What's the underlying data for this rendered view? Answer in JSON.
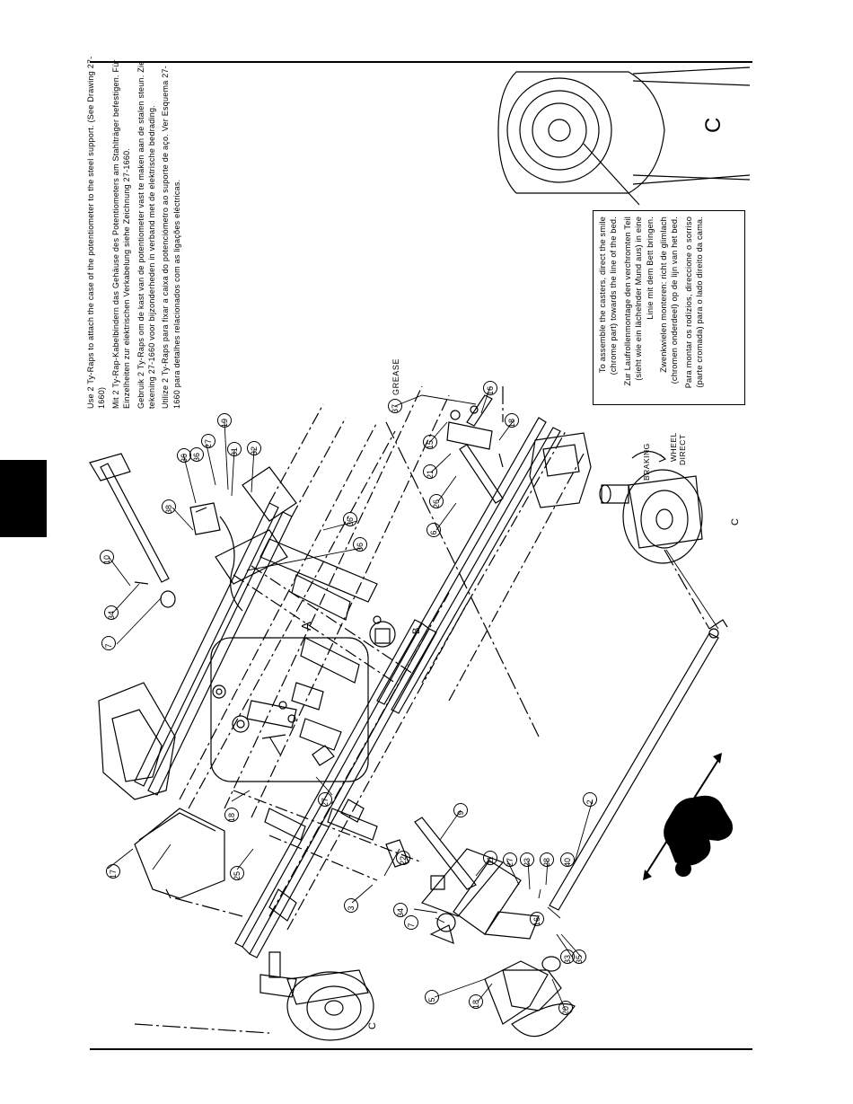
{
  "instructions": {
    "english": "Use 2 Ty-Raps to attach the case of the potentiometer to the steel support. (See Drawing 27-1660)",
    "german": "Mit 2 Ty-Rap-Kabelbindern das Gehäuse des Potentiometers am Stahlträger befestigen. Für Einzelheiten zur elektrischen Verkabelung siehe Zeichnung 27-1660.",
    "dutch": "Gebruik 2 Ty-Raps om de kast van de potentiometer vast te maken aan de stalen steun. Zie tekening 27-1660 voor bijzonderheden in verband met de elektrische bedrading.",
    "portuguese": "Utilize 2 Ty-Raps para fixar a caixa do potenciómetro ao suporte de aço. Ver Esquema 27-1660 para detalhes relacionados com as ligações eléctricas."
  },
  "caster_note": {
    "english": "To assemble the casters, direct the smile (chrome part) towards the line of the bed.",
    "german": "Zur Laufrollenmontage den verchromten Teil (sieht wie ein lächelnder Mund aus) in eine Linie mit dem Bett bringen.",
    "dutch": "Zwenkwielen monteren: richt de glimlach (chromen onderdeel) op de lijn van het bed.",
    "spanish": "Para montar os rodízios, direccione o sorriso (parte cromada) para o lado direito da cama."
  },
  "labels": {
    "grease": "GREASE",
    "braking": "BRAKING",
    "wheel": "WHEEL",
    "direct": "DIRECT",
    "detail_a": "A",
    "detail_b": "B",
    "detail_c": "C",
    "caster_c_left": "C",
    "caster_c_right": "C"
  },
  "callouts": [
    "2",
    "3",
    "5",
    "6",
    "7",
    "7",
    "9",
    "10",
    "11",
    "15",
    "16",
    "16",
    "17",
    "18",
    "18",
    "18",
    "19",
    "20",
    "21",
    "22",
    "23",
    "25",
    "26",
    "27",
    "27",
    "27",
    "28",
    "30",
    "31",
    "32",
    "33",
    "34",
    "34",
    "35",
    "36",
    "36",
    "36",
    "36",
    "37",
    "38",
    "40"
  ]
}
